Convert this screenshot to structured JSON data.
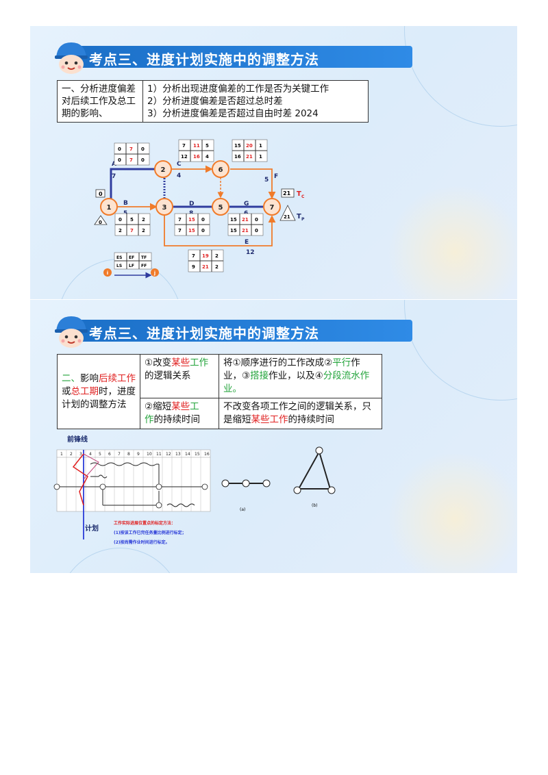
{
  "slide1": {
    "title": "考点三、进度计划实施中的调整方法",
    "table": {
      "heading": "一、分析进度偏差对后续工作及总工期的影响、",
      "items": [
        "1）分析出现进度偏差的工作是否为关键工作",
        "2）分析进度偏差是否超过总时差",
        "3）分析进度偏差是否超过自由时差  2024"
      ]
    },
    "network": {
      "nodes": [
        "1",
        "2",
        "3",
        "5",
        "6",
        "7"
      ],
      "activities": [
        {
          "name": "A",
          "dur": "7"
        },
        {
          "name": "B",
          "dur": "5"
        },
        {
          "name": "C",
          "dur": "4"
        },
        {
          "name": "D",
          "dur": "8"
        },
        {
          "name": "G",
          "dur": "6"
        },
        {
          "name": "F",
          "dur": "5"
        },
        {
          "name": "E",
          "dur": "12"
        }
      ],
      "boxes": [
        {
          "r1": [
            "0",
            "7",
            "0"
          ],
          "r2": [
            "0",
            "7",
            "0"
          ]
        },
        {
          "r1": [
            "7",
            "11",
            "5"
          ],
          "r2": [
            "12",
            "16",
            "4"
          ]
        },
        {
          "r1": [
            "15",
            "20",
            "1"
          ],
          "r2": [
            "16",
            "21",
            "1"
          ]
        },
        {
          "r1": [
            "0",
            "5",
            "2"
          ],
          "r2": [
            "2",
            "7",
            "2"
          ]
        },
        {
          "r1": [
            "7",
            "15",
            "0"
          ],
          "r2": [
            "7",
            "15",
            "0"
          ]
        },
        {
          "r1": [
            "15",
            "21",
            "0"
          ],
          "r2": [
            "15",
            "21",
            "0"
          ]
        },
        {
          "r1": [
            "7",
            "19",
            "2"
          ],
          "r2": [
            "9",
            "21",
            "2"
          ]
        }
      ],
      "start_time": "0",
      "start_tri": "0",
      "tc_value": "21",
      "tc_label": "T",
      "tc_sub": "C",
      "tp_value": "21",
      "tp_label": "T",
      "tp_sub": "P",
      "legend": {
        "r1": [
          "ES",
          "EF",
          "TF"
        ],
        "r2": [
          "LS",
          "LF",
          "FF"
        ],
        "i": "i",
        "j": "j"
      }
    }
  },
  "slide2": {
    "title": "考点三、进度计划实施中的调整方法",
    "left": {
      "p1": "二、",
      "p2": "影响",
      "p3": "后续工作",
      "p4": "或",
      "p5": "总工期",
      "p6": "时，进度计划的调整方法"
    },
    "row1": {
      "m1": "①改变",
      "m2": "某些",
      "m3": "工作",
      "m4": "的逻辑关系",
      "r1": "将①顺序进行的工作改成②",
      "r2": "平行",
      "r3": "作业，③",
      "r4": "搭接",
      "r5": "作业，以及④",
      "r6": "分段流水作业。"
    },
    "row2": {
      "m1": "②缩短",
      "m2": "某些",
      "m3": "工",
      "m4": "作",
      "m5": "的持续时间",
      "r1": "不改变各项工作之间的逻辑关系，只是缩短",
      "r2": "某些工作",
      "r3": "的持续时间"
    },
    "frontline": {
      "title": "前锋线",
      "columns": [
        "1",
        "2",
        "3",
        "4",
        "5",
        "6",
        "7",
        "8",
        "9",
        "10",
        "11",
        "12",
        "13",
        "14",
        "15",
        "16"
      ],
      "vertical_label": "计划",
      "note_title": "工作实际进展位置点的标定方法：",
      "note_1": "(1)按该工作已完任务量比例进行标定；",
      "note_2": "(2)按尚需作业时间进行标定。"
    },
    "diagram_a": {
      "caption": "(a)"
    },
    "diagram_b": {
      "caption": "(b)"
    }
  },
  "colors": {
    "banner": "#1b6fc7",
    "node_ring": "#f07b2a",
    "critical": "#2f3c9e",
    "noncritical": "#f07b2a",
    "red_text": "#e02020",
    "green_text": "#22a33a"
  }
}
